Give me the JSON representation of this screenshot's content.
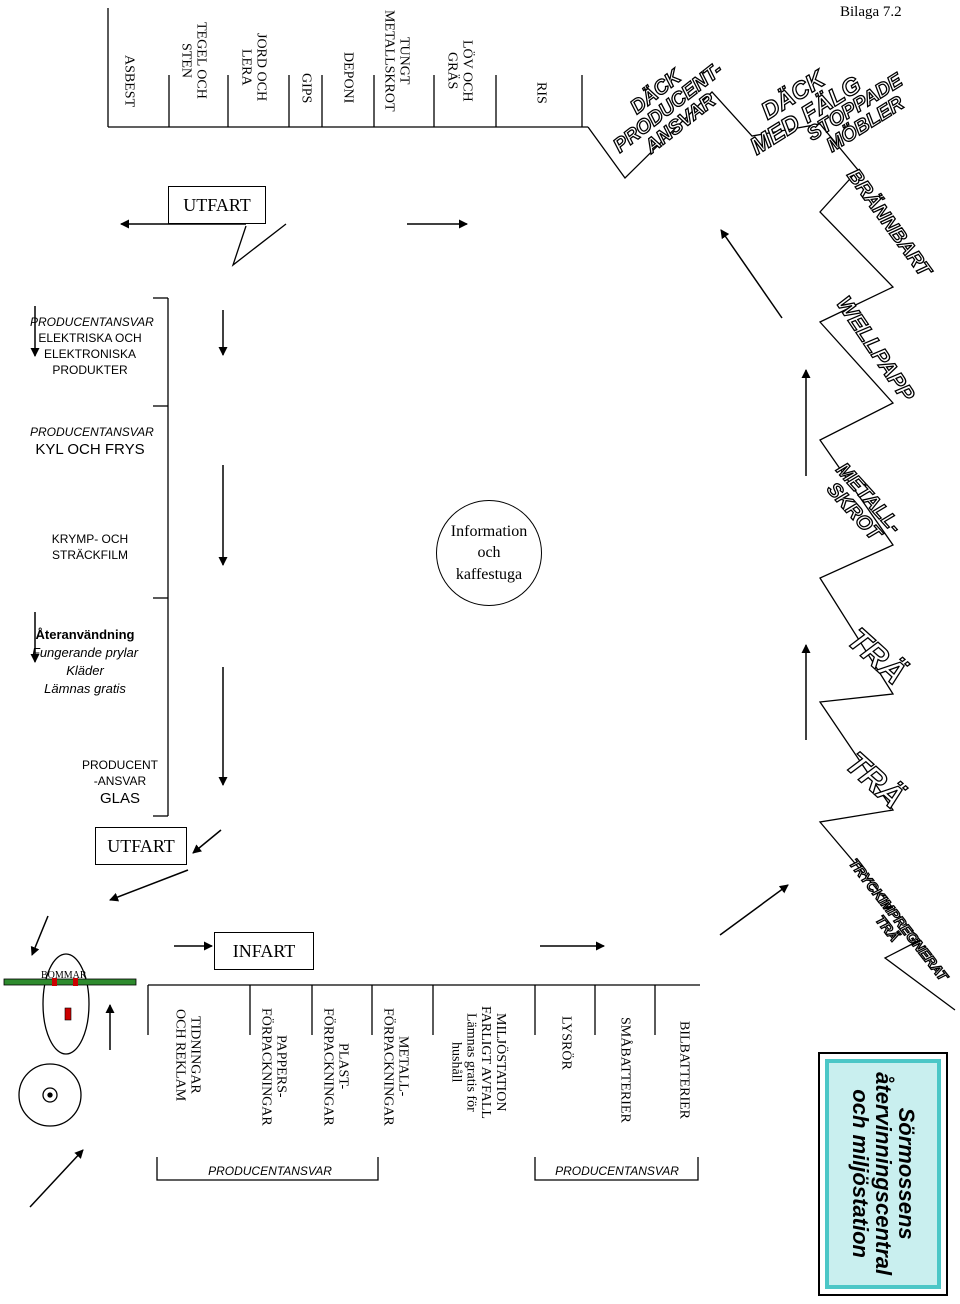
{
  "page": {
    "annex_label": "Bilaga 7.2"
  },
  "top_stations": [
    {
      "id": "asbest",
      "label": "ASBEST"
    },
    {
      "id": "tegel",
      "label": "TEGEL OCH\nSTEN"
    },
    {
      "id": "jord",
      "label": "JORD OCH\nLERA"
    },
    {
      "id": "gips",
      "label": "GIPS"
    },
    {
      "id": "deponi",
      "label": "DEPONI"
    },
    {
      "id": "tungt",
      "label": "TUNGT\nMETALLSKROT"
    },
    {
      "id": "lov",
      "label": "LÖV OCH\nGRÄS"
    },
    {
      "id": "ris",
      "label": "RIS"
    }
  ],
  "right_stations": {
    "dack_producent": "DÄCK\nPRODUCENT-\nANSVAR",
    "dack_falg": "DÄCK\nMED FÄLG",
    "stoppade": "STOPPADE\nMÖBLER",
    "brannbart": "BRÄNNBART",
    "wellpapp": "WELLPAPP",
    "metallskrot": "METALL-\nSKROT",
    "tra1": "TRÄ",
    "tra2": "TRÄ",
    "tryck": "TRYCKIMPREGNERAT\nTRÄ"
  },
  "left_stations": {
    "elektriska_italic": "PRODUCENTANSVAR",
    "elektriska": "ELEKTRISKA OCH\nELEKTRONISKA\nPRODUKTER",
    "kyl_italic": "PRODUCENTANSVAR",
    "kyl": "KYL OCH FRYS",
    "krymp": "KRYMP- OCH\nSTRÄCKFILM",
    "ater_title": "Återanvändning",
    "ater_lines": [
      "Fungerande prylar",
      "Kläder",
      "Lämnas gratis"
    ],
    "glas_top": "PRODUCENT\n-ANSVAR",
    "glas": "GLAS"
  },
  "gates": {
    "utfart_top": "UTFART",
    "utfart_mid": "UTFART",
    "infart": "INFART",
    "bommar": "BOMMAR"
  },
  "center": {
    "info": "Information\noch\nkaffestuga"
  },
  "bottom_stations": [
    {
      "id": "tidningar",
      "label": "TIDNINGAR\nOCH REKLAM"
    },
    {
      "id": "papper",
      "label": "PAPPERS-\nFÖRPACKNINGAR"
    },
    {
      "id": "plast",
      "label": "PLAST-\nFÖRPACKNINGAR"
    },
    {
      "id": "metall",
      "label": "METALL-\nFÖRPACKNINGAR"
    },
    {
      "id": "miljo",
      "label": "MILJÖSTATION\nFARLIGT AVFALL\nLämnas gratis för\nhushåll"
    },
    {
      "id": "lysror",
      "label": "LYSRÖR"
    },
    {
      "id": "smabatterier",
      "label": "SMÅBATTERIER"
    },
    {
      "id": "bilbatterier",
      "label": "BILBATTERIER"
    }
  ],
  "bottom_groups": {
    "left": "PRODUCENTANSVAR",
    "right": "PRODUCENTANSVAR"
  },
  "brand": {
    "text": "Sörmossens\nåtervinningscentral\noch miljöstation"
  },
  "colors": {
    "brand_fill": "#c9efef",
    "brand_border": "#4cc7c7",
    "barrier": "#2e8b2e",
    "barrier_mark": "#cc0000"
  }
}
